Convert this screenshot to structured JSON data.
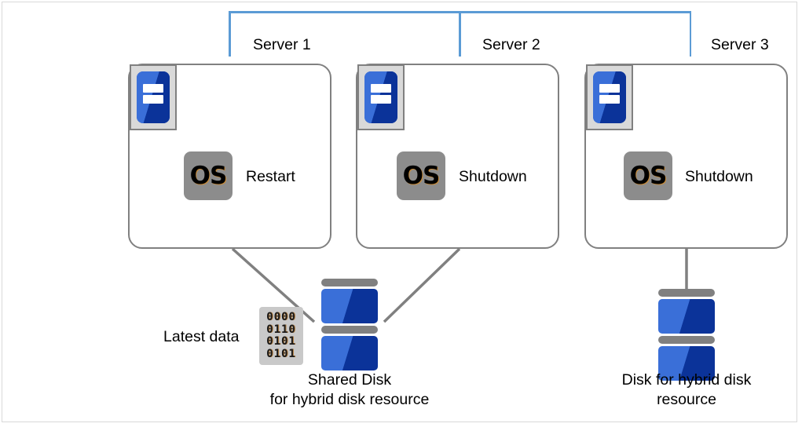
{
  "diagram": {
    "title": "Hybrid disk resource server cluster diagram",
    "colors": {
      "bracket": "#5b9bd5",
      "box_border": "#808080",
      "icon_blue_light": "#3a6fd8",
      "icon_blue_dark": "#0b3399",
      "os_gray": "#8c8c8c",
      "data_tile_gray": "#c9c9c9",
      "connector_gray": "#808080"
    },
    "servers": [
      {
        "id": "server-1",
        "label": "Server 1",
        "os_icon_text": "OS",
        "os_state": "Restart"
      },
      {
        "id": "server-2",
        "label": "Server 2",
        "os_icon_text": "OS",
        "os_state": "Shutdown"
      },
      {
        "id": "server-3",
        "label": "Server 3",
        "os_icon_text": "OS",
        "os_state": "Shutdown"
      }
    ],
    "data_tile": {
      "label": "Latest data",
      "rows": [
        "0000",
        "0110",
        "0101",
        "0101"
      ]
    },
    "disks": [
      {
        "id": "shared-disk",
        "caption_line1": "Shared  Disk",
        "caption_line2": "for hybrid disk resource"
      },
      {
        "id": "hybrid-disk",
        "caption_line1": "Disk for hybrid  disk",
        "caption_line2": "resource"
      }
    ]
  }
}
